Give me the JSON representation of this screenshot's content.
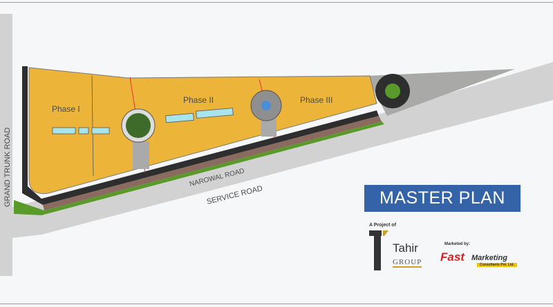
{
  "title": "MASTER PLAN",
  "roads": {
    "grand_trunk": "GRAND TRUNK ROAD",
    "narowal": "NAROWAL ROAD",
    "service": "SERVICE ROAD"
  },
  "phases": [
    "Phase I",
    "Phase II",
    "Phase III"
  ],
  "developer": {
    "prefix": "A Project of",
    "name": "Tahir",
    "sub": "GROUP"
  },
  "marketer": {
    "prefix": "Marketed by:",
    "brand": "Fast",
    "brand2": "Marketing",
    "sub": "Consultants Pvt. Ltd."
  },
  "colors": {
    "plot": "#ecb53a",
    "banner": "#3563a8",
    "road": "#d3d2d2",
    "park": "#5a9a2a"
  }
}
